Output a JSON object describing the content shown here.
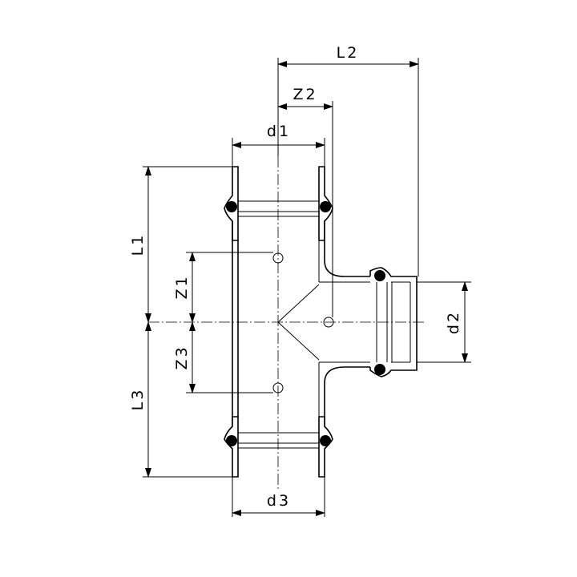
{
  "labels": {
    "L1": "L1",
    "L2": "L2",
    "L3": "L3",
    "Z1": "Z1",
    "Z2": "Z2",
    "Z3": "Z3",
    "d1": "d1",
    "d2": "d2",
    "d3": "d3"
  }
}
